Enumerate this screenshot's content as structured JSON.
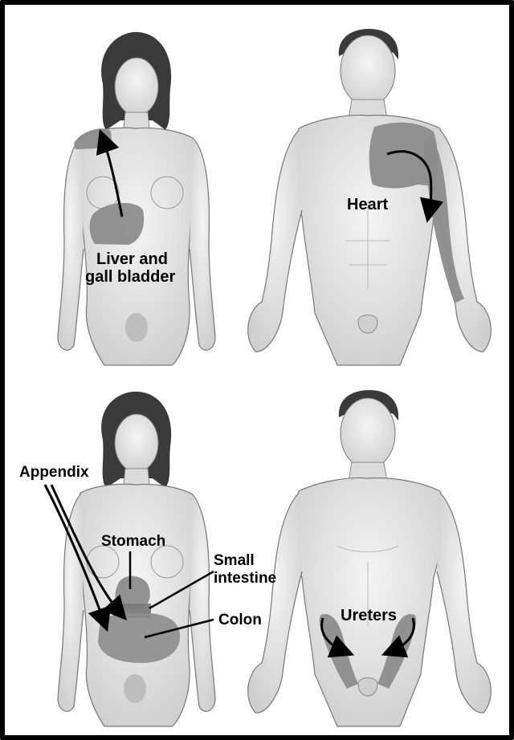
{
  "figure": {
    "panels": [
      {
        "labels": [
          "Liver and",
          "gall bladder"
        ]
      },
      {
        "labels": [
          "Heart"
        ]
      },
      {
        "labels": [
          "Appendix",
          "Stomach",
          "Small",
          "intestine",
          "Colon"
        ]
      },
      {
        "labels": [
          "Ureters"
        ]
      }
    ]
  },
  "colors": {
    "frame": "#000000",
    "skin": "#e9e9e9",
    "skin_shade": "#c9c9c9",
    "hair": "#3a3a3a",
    "referred_pain_area": "#8c8c8c",
    "arrow": "#000000"
  }
}
